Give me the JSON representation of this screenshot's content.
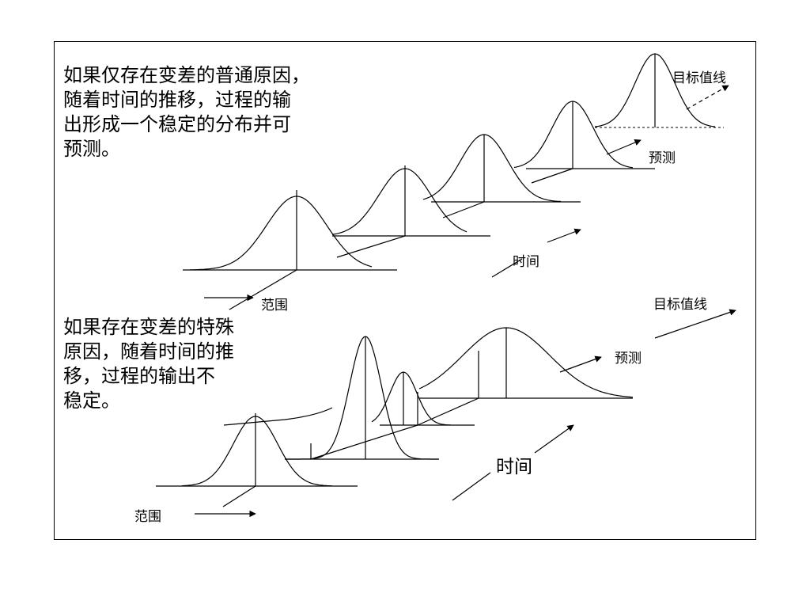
{
  "top": {
    "description_lines": [
      "如果仅存在变差的普通原因，",
      "随着时间的推移，过程的输",
      "出形成一个稳定的分布并可",
      "预测。"
    ],
    "labels": {
      "target_line": "目标值线",
      "forecast": "预测",
      "time": "时间",
      "range": "范围"
    }
  },
  "bottom": {
    "description_lines": [
      "如果存在变差的特殊",
      "原因，随着时间的推",
      "移，过程的输出不",
      "稳定。"
    ],
    "labels": {
      "target_line": "目标值线",
      "forecast": "预测",
      "time": "时间",
      "range": "范围"
    }
  },
  "colors": {
    "ink": "#000000",
    "background": "#ffffff"
  }
}
